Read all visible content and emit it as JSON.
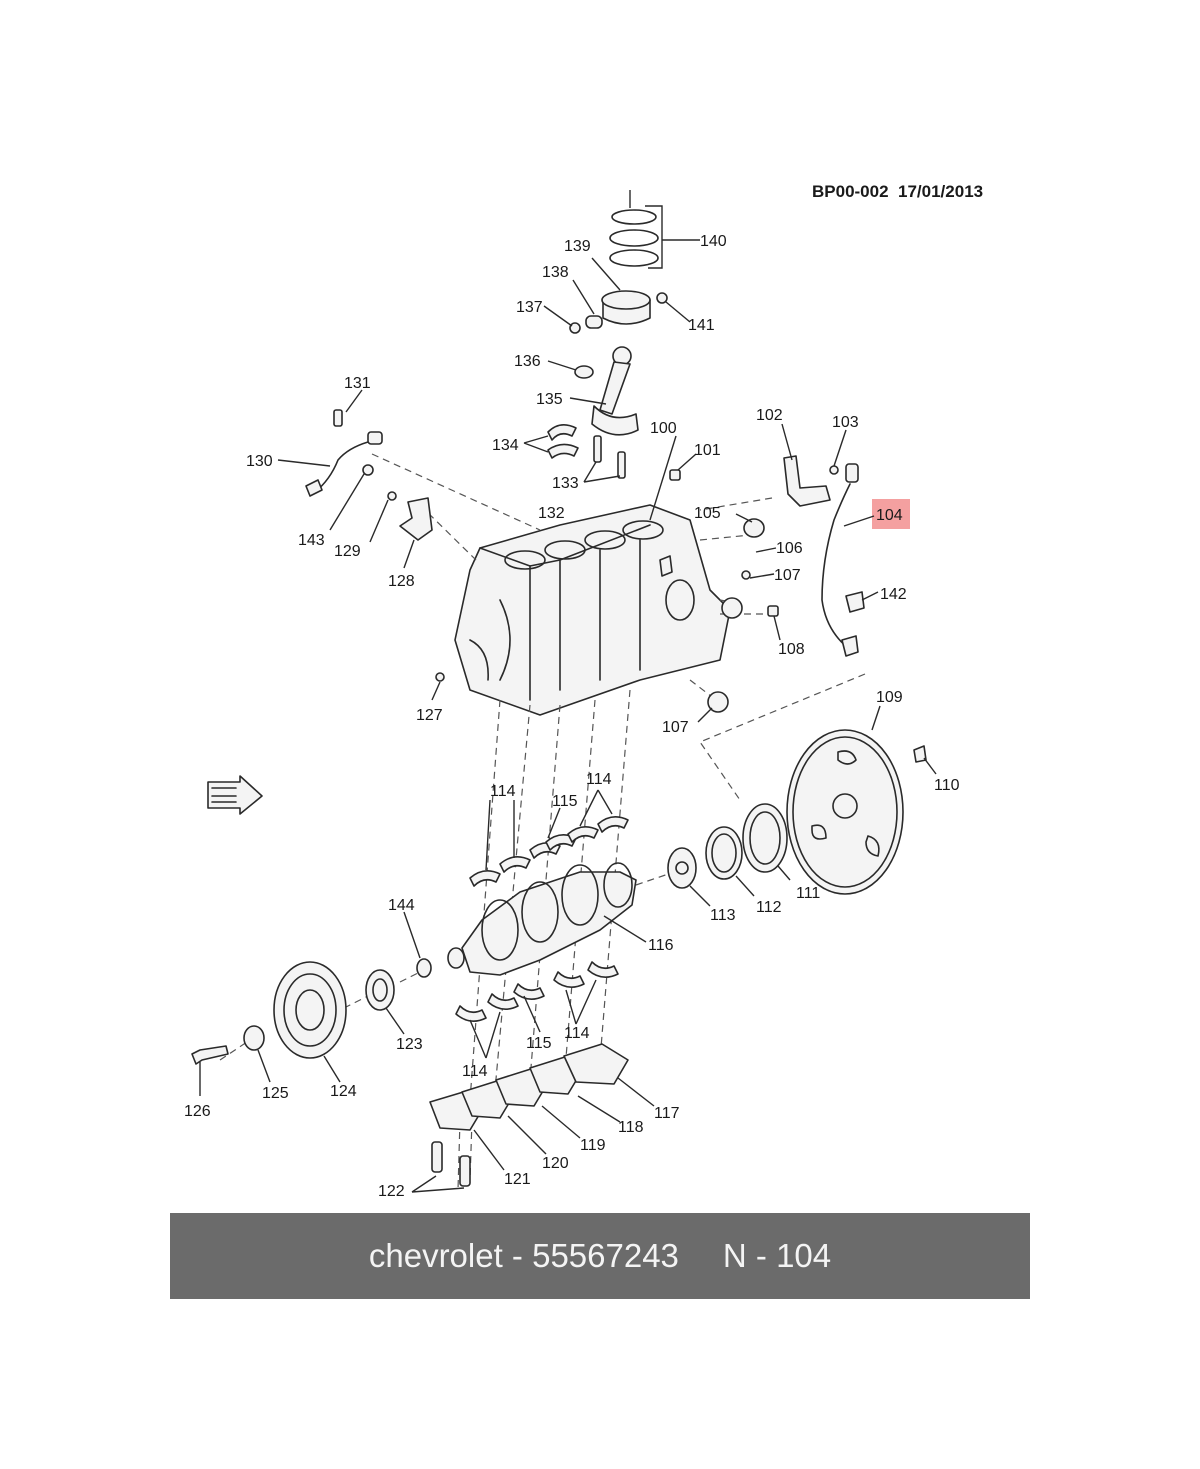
{
  "document": {
    "reference": "BP00-002",
    "date": "17/01/2013"
  },
  "caption": {
    "brand_part": "chevrolet - 55567243",
    "callout": "N - 104"
  },
  "highlight": {
    "part": "104",
    "color": "#f4a0a0"
  },
  "parts": [
    "100",
    "101",
    "102",
    "103",
    "104",
    "105",
    "106",
    "107",
    "108",
    "109",
    "110",
    "111",
    "112",
    "113",
    "114",
    "115",
    "116",
    "117",
    "118",
    "119",
    "120",
    "121",
    "122",
    "123",
    "124",
    "125",
    "126",
    "127",
    "128",
    "129",
    "130",
    "131",
    "132",
    "133",
    "134",
    "135",
    "136",
    "137",
    "138",
    "139",
    "140",
    "141",
    "142",
    "143",
    "144"
  ],
  "callouts": [
    {
      "id": "c140",
      "text": "140"
    },
    {
      "id": "c139",
      "text": "139"
    },
    {
      "id": "c138",
      "text": "138"
    },
    {
      "id": "c137",
      "text": "137"
    },
    {
      "id": "c141",
      "text": "141"
    },
    {
      "id": "c136",
      "text": "136"
    },
    {
      "id": "c135",
      "text": "135"
    },
    {
      "id": "c134",
      "text": "134"
    },
    {
      "id": "c133",
      "text": "133"
    },
    {
      "id": "c132",
      "text": "132"
    },
    {
      "id": "c131",
      "text": "131"
    },
    {
      "id": "c130",
      "text": "130"
    },
    {
      "id": "c143",
      "text": "143"
    },
    {
      "id": "c129",
      "text": "129"
    },
    {
      "id": "c128",
      "text": "128"
    },
    {
      "id": "c100",
      "text": "100"
    },
    {
      "id": "c101",
      "text": "101"
    },
    {
      "id": "c102",
      "text": "102"
    },
    {
      "id": "c103",
      "text": "103"
    },
    {
      "id": "c104",
      "text": "104"
    },
    {
      "id": "c105",
      "text": "105"
    },
    {
      "id": "c106",
      "text": "106"
    },
    {
      "id": "c107a",
      "text": "107"
    },
    {
      "id": "c142",
      "text": "142"
    },
    {
      "id": "c108",
      "text": "108"
    },
    {
      "id": "c127",
      "text": "127"
    },
    {
      "id": "c107b",
      "text": "107"
    },
    {
      "id": "c109",
      "text": "109"
    },
    {
      "id": "c110",
      "text": "110"
    },
    {
      "id": "c114a",
      "text": "114"
    },
    {
      "id": "c115a",
      "text": "115"
    },
    {
      "id": "c114b",
      "text": "114"
    },
    {
      "id": "c111",
      "text": "111"
    },
    {
      "id": "c112",
      "text": "112"
    },
    {
      "id": "c113",
      "text": "113"
    },
    {
      "id": "c116",
      "text": "116"
    },
    {
      "id": "c144",
      "text": "144"
    },
    {
      "id": "c123",
      "text": "123"
    },
    {
      "id": "c124",
      "text": "124"
    },
    {
      "id": "c125",
      "text": "125"
    },
    {
      "id": "c126",
      "text": "126"
    },
    {
      "id": "c114c",
      "text": "114"
    },
    {
      "id": "c115b",
      "text": "115"
    },
    {
      "id": "c114d",
      "text": "114"
    },
    {
      "id": "c117",
      "text": "117"
    },
    {
      "id": "c118",
      "text": "118"
    },
    {
      "id": "c119",
      "text": "119"
    },
    {
      "id": "c120",
      "text": "120"
    },
    {
      "id": "c121",
      "text": "121"
    },
    {
      "id": "c122",
      "text": "122"
    }
  ]
}
